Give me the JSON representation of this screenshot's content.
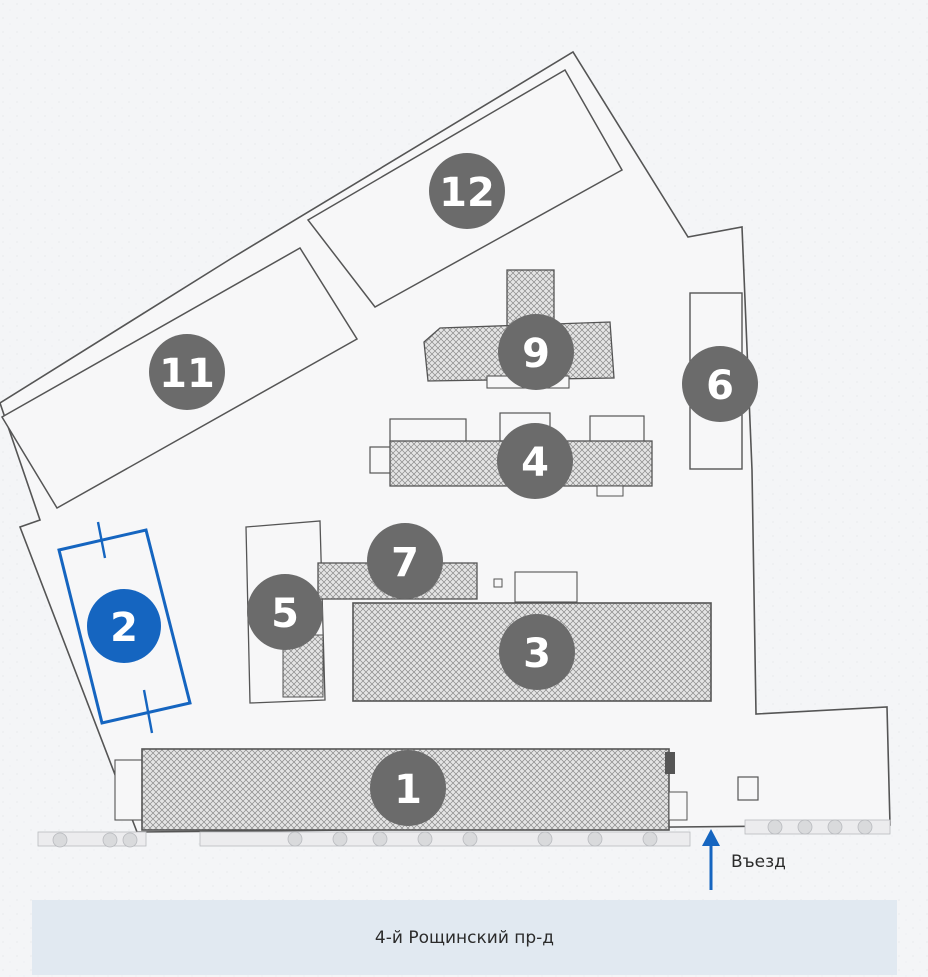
{
  "map": {
    "buildings": [
      {
        "id": "1",
        "label": "1",
        "highlighted": false
      },
      {
        "id": "2",
        "label": "2",
        "highlighted": true
      },
      {
        "id": "3",
        "label": "3",
        "highlighted": false
      },
      {
        "id": "4",
        "label": "4",
        "highlighted": false
      },
      {
        "id": "5",
        "label": "5",
        "highlighted": false
      },
      {
        "id": "6",
        "label": "6",
        "highlighted": false
      },
      {
        "id": "7",
        "label": "7",
        "highlighted": false
      },
      {
        "id": "9",
        "label": "9",
        "highlighted": false
      },
      {
        "id": "11",
        "label": "11",
        "highlighted": false
      },
      {
        "id": "12",
        "label": "12",
        "highlighted": false
      }
    ],
    "entry_label": "Въезд",
    "street_label": "4-й Рощинский пр-д",
    "colors": {
      "marker": "#6b6b6b",
      "marker_highlight": "#1565c0",
      "outline": "#555555",
      "highlight_outline": "#1565c0",
      "street_bar": "#e1e9f1"
    }
  }
}
